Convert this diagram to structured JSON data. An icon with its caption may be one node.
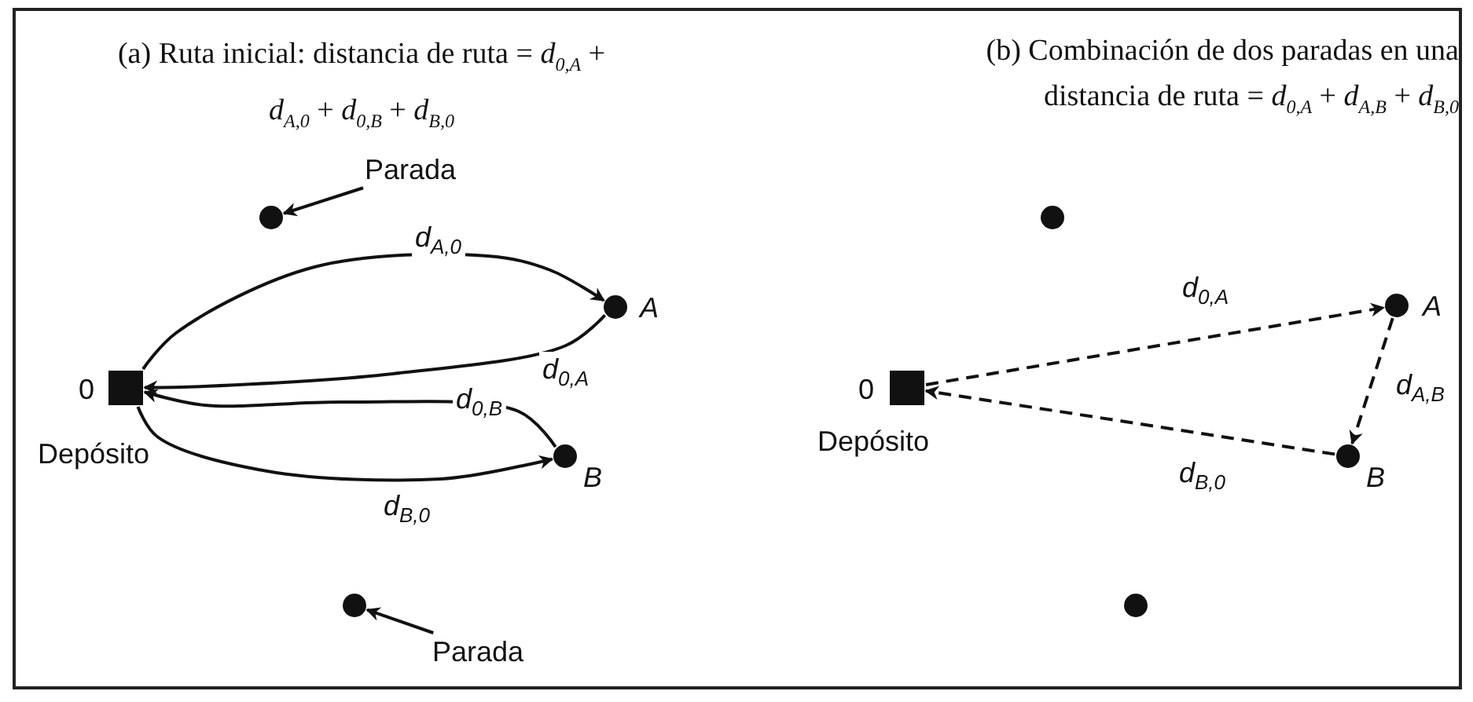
{
  "diagram": {
    "nodes": [
      {
        "text": [
          "Parada"
        ]
      },
      {
        "text": [],
        "shape": "circle"
      },
      {
        "text": [],
        "shape": "box",
        "beside": [
          "0",
          "Depósito"
        ]
      },
      {
        "text": [],
        "shape": "circle",
        "beside": [
          "A"
        ]
      },
      {
        "text": [],
        "shape": "circle",
        "beside": [
          "B"
        ]
      },
      {
        "text": [],
        "shape": "circle"
      },
      {
        "text": [
          "Parada"
        ]
      },
      {
        "text": [],
        "shape": "circle"
      },
      {
        "text": [],
        "shape": "box",
        "beside": [
          "0",
          "Depósito"
        ]
      },
      {
        "text": [],
        "shape": "circle",
        "beside": [
          "A"
        ]
      },
      {
        "text": [],
        "shape": "circle",
        "beside": [
          "B"
        ]
      },
      {
        "text": [],
        "shape": "circle"
      }
    ],
    "edges": [
      {
        "from": 0,
        "to": 1,
        "arrow": "to"
      },
      {
        "from": 2,
        "to": 3,
        "arrow": "to",
        "label": "d$_{A,0}$"
      },
      {
        "from": 3,
        "to": 2,
        "arrow": "to",
        "label": "d$_{0,A}$"
      },
      {
        "from": 4,
        "to": 2,
        "arrow": "to",
        "label": "d$_{0,B}$"
      },
      {
        "from": 2,
        "to": 4,
        "arrow": "to",
        "label": "d$_{B,0}$"
      },
      {
        "from": 6,
        "to": 5,
        "arrow": "to"
      },
      {
        "from": 8,
        "to": 9,
        "arrow": "to",
        "label": "d$_{0,A}$",
        "style": "dashed"
      },
      {
        "from": 9,
        "to": 10,
        "arrow": "to",
        "label": "d$_{A,B}$",
        "style": "dashed"
      },
      {
        "from": 10,
        "to": 8,
        "arrow": "to",
        "label": "d$_{B,0}$",
        "style": "dashed"
      }
    ],
    "labels": [
      "(a) Ruta inicial: distancia de ruta = *d*$_{0,A}$ + *d*$_{A,0}$ + *d*$_{0,B}$ + *d*$_{B,0}$",
      "(b) Combinación de dos paradas en una distancia de ruta = *d*$_{0,A}$ + *d*$_{A,B}$ + *d*$_{B,0}$"
    ]
  }
}
